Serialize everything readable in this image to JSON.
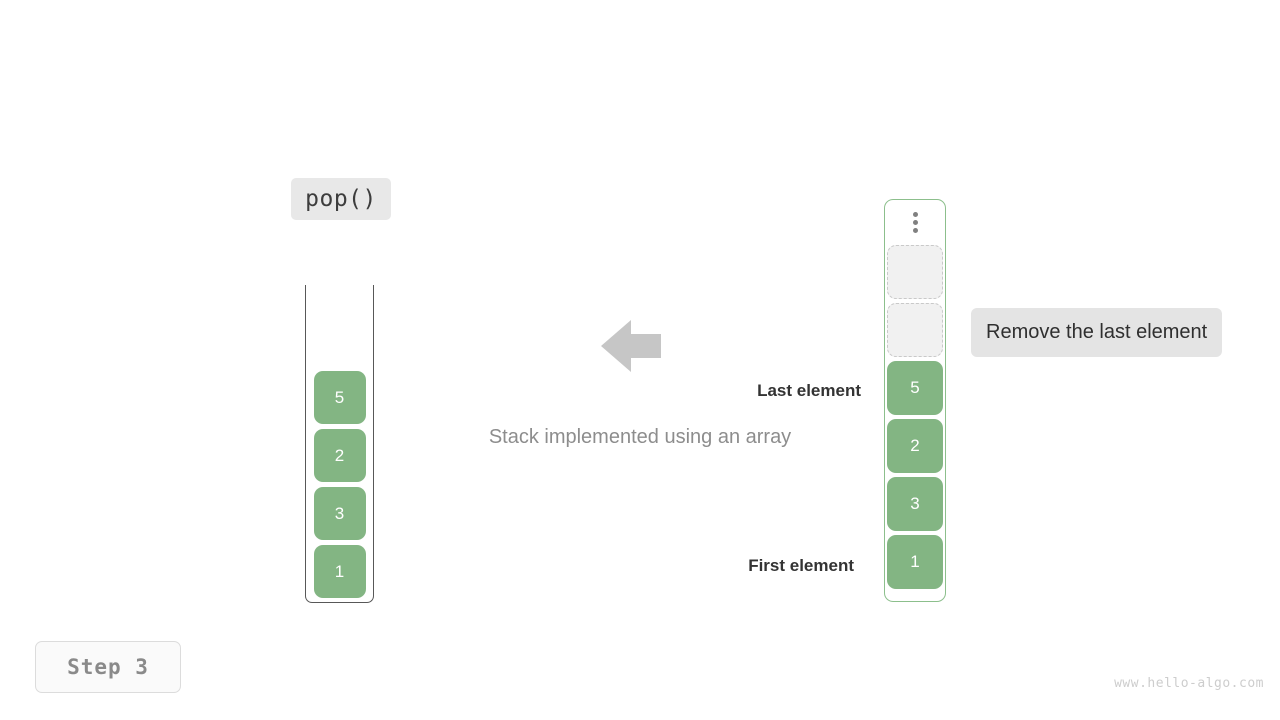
{
  "operation": {
    "label": "pop()"
  },
  "caption": {
    "text": "Stack implemented using an array"
  },
  "arrow": {
    "icon": "arrow-left-icon",
    "color": "#c6c6c6",
    "direction": "left"
  },
  "left_stack": {
    "name": "abstract-stack",
    "items": [
      {
        "value": "5"
      },
      {
        "value": "2"
      },
      {
        "value": "3"
      },
      {
        "value": "1"
      }
    ]
  },
  "right_stack": {
    "name": "array-backed-stack",
    "overflow_icon": "vertical-ellipsis-icon",
    "empty_slots": 2,
    "items": [
      {
        "value": "5"
      },
      {
        "value": "2"
      },
      {
        "value": "3"
      },
      {
        "value": "1"
      }
    ]
  },
  "annotations": {
    "last_element": "Last element",
    "first_element": "First element",
    "hint": "Remove the last element"
  },
  "step": {
    "label": "Step 3"
  },
  "watermark": {
    "text": "www.hello-algo.com"
  },
  "colors": {
    "element_fill": "#83b583",
    "element_text": "#ffffff",
    "container_border": "#8cbf8c",
    "left_container_border": "#585858",
    "empty_slot_fill": "#f1f1f1",
    "empty_slot_border": "#c9c9c9",
    "badge_bg": "#e8e8e8",
    "hint_bg": "#e4e4e4",
    "caption_text": "#8d8d8d",
    "annotation_text": "#333333",
    "arrow_fill": "#c6c6c6",
    "step_text": "#8a8a8a",
    "watermark_text": "#cdcdcd"
  }
}
